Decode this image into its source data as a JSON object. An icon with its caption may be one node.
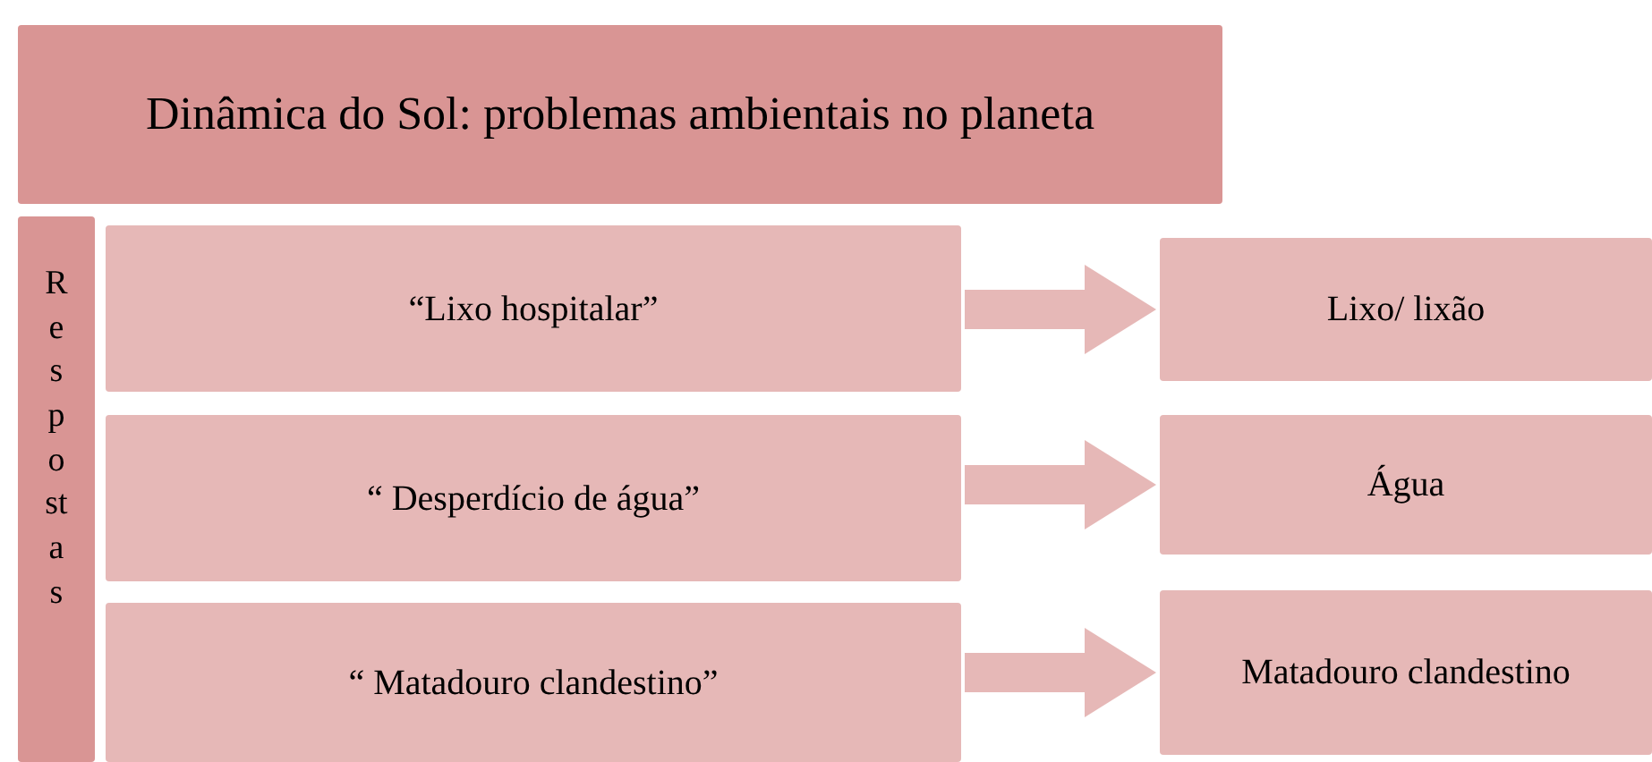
{
  "diagram": {
    "nodes": [
      {
        "text": [
          "Dinâmica do Sol: problemas ambientais no planeta"
        ]
      },
      {
        "text": [
          "Respostas"
        ]
      },
      {
        "text": [
          "“Lixo hospitalar”"
        ]
      },
      {
        "text": [
          "“ Desperdício de água”"
        ]
      },
      {
        "text": [
          "“ Matadouro clandestino”"
        ]
      },
      {
        "text": [
          "Lixo/ lixão"
        ]
      },
      {
        "text": [
          "Água"
        ]
      },
      {
        "text": [
          "Matadouro clandestino"
        ]
      }
    ],
    "edges": [
      {
        "from": 2,
        "to": 5,
        "arrow": "to"
      },
      {
        "from": 3,
        "to": 6,
        "arrow": "to"
      },
      {
        "from": 4,
        "to": 7,
        "arrow": "to"
      }
    ]
  }
}
